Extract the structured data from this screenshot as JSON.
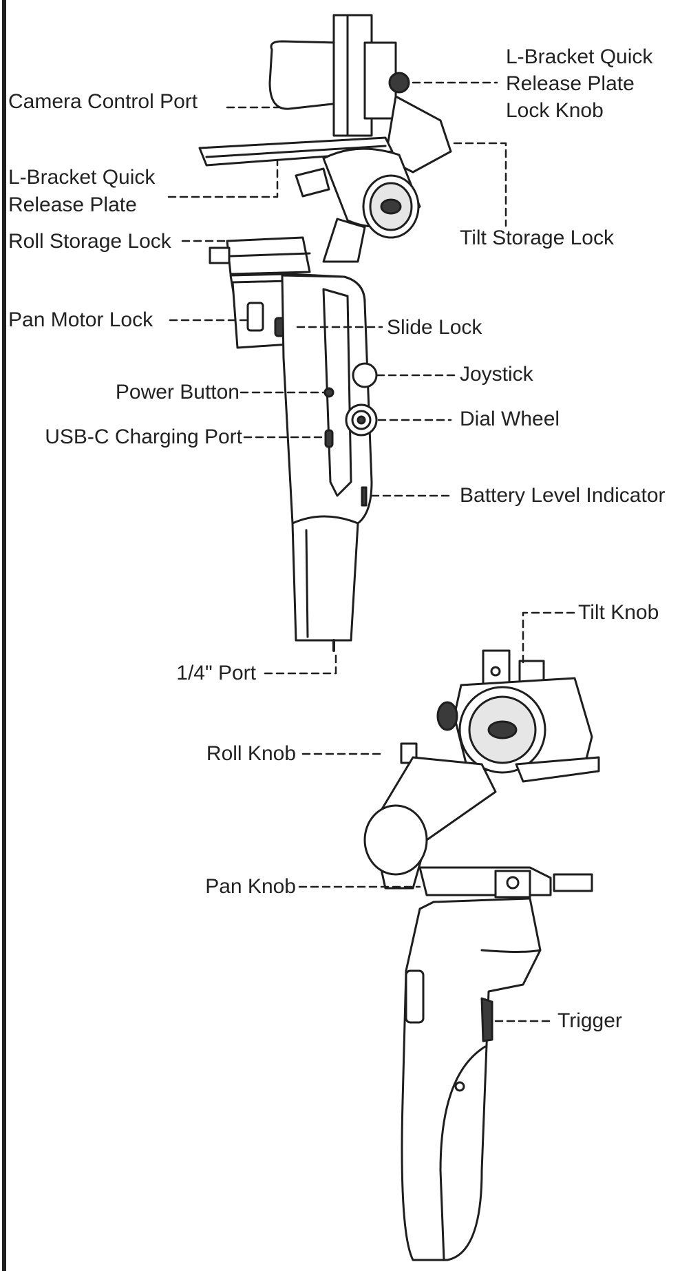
{
  "colors": {
    "line": "#1e1e1e",
    "fill": "#ffffff",
    "shade": "#e6e6e6",
    "dark": "#3a3a3a"
  },
  "callouts": {
    "camera_control_port": "Camera Control Port",
    "l_bracket_lock_knob": [
      "L-Bracket Quick",
      "Release Plate",
      "Lock Knob"
    ],
    "l_bracket_plate": [
      "L-Bracket Quick",
      "Release Plate"
    ],
    "tilt_storage_lock": "Tilt Storage Lock",
    "roll_storage_lock": "Roll Storage Lock",
    "pan_motor_lock": "Pan Motor Lock",
    "slide_lock": "Slide Lock",
    "joystick": "Joystick",
    "power_button": "Power Button",
    "dial_wheel": "Dial Wheel",
    "usb_c_port": "USB-C Charging Port",
    "battery_indicator": "Battery Level Indicator",
    "quarter_inch_port": "1/4\" Port",
    "tilt_knob": "Tilt Knob",
    "roll_knob": "Roll Knob",
    "pan_knob": "Pan Knob",
    "trigger": "Trigger"
  }
}
